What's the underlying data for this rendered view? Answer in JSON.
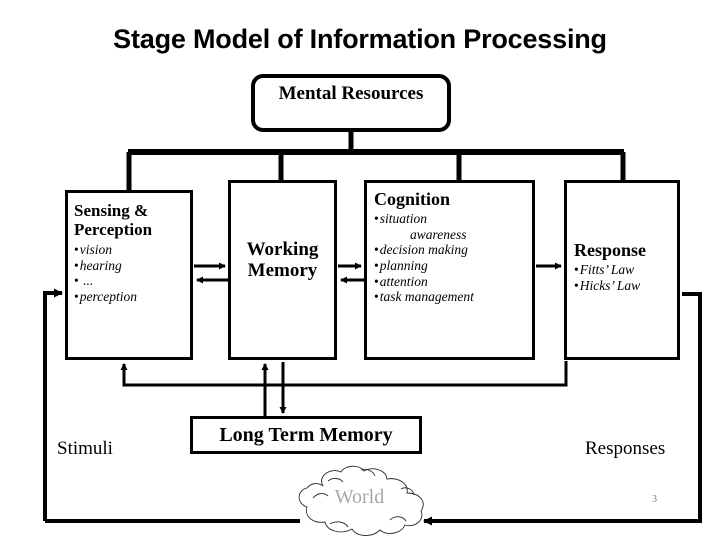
{
  "slide": {
    "title": "Stage Model of Information Processing",
    "page_number": "3",
    "ink_color": "#000000",
    "cloud_text_color": "#a8a8a8"
  },
  "nodes": {
    "mental_resources": {
      "label": "Mental Resources"
    },
    "sensing": {
      "heading": "Sensing & Perception",
      "bullets": [
        "vision",
        "hearing",
        " ...",
        "perception"
      ]
    },
    "working_memory": {
      "label": "Working Memory"
    },
    "cognition": {
      "heading": "Cognition",
      "bullets": [
        "situation",
        "awareness",
        "decision making",
        "planning",
        "attention",
        "task management"
      ]
    },
    "response": {
      "heading": "Response",
      "bullets": [
        "Fitts’ Law",
        "Hicks’ Law"
      ]
    },
    "long_term_memory": {
      "label": "Long Term Memory"
    },
    "world": {
      "label": "World"
    }
  },
  "labels": {
    "stimuli": "Stimuli",
    "responses": "Responses"
  }
}
